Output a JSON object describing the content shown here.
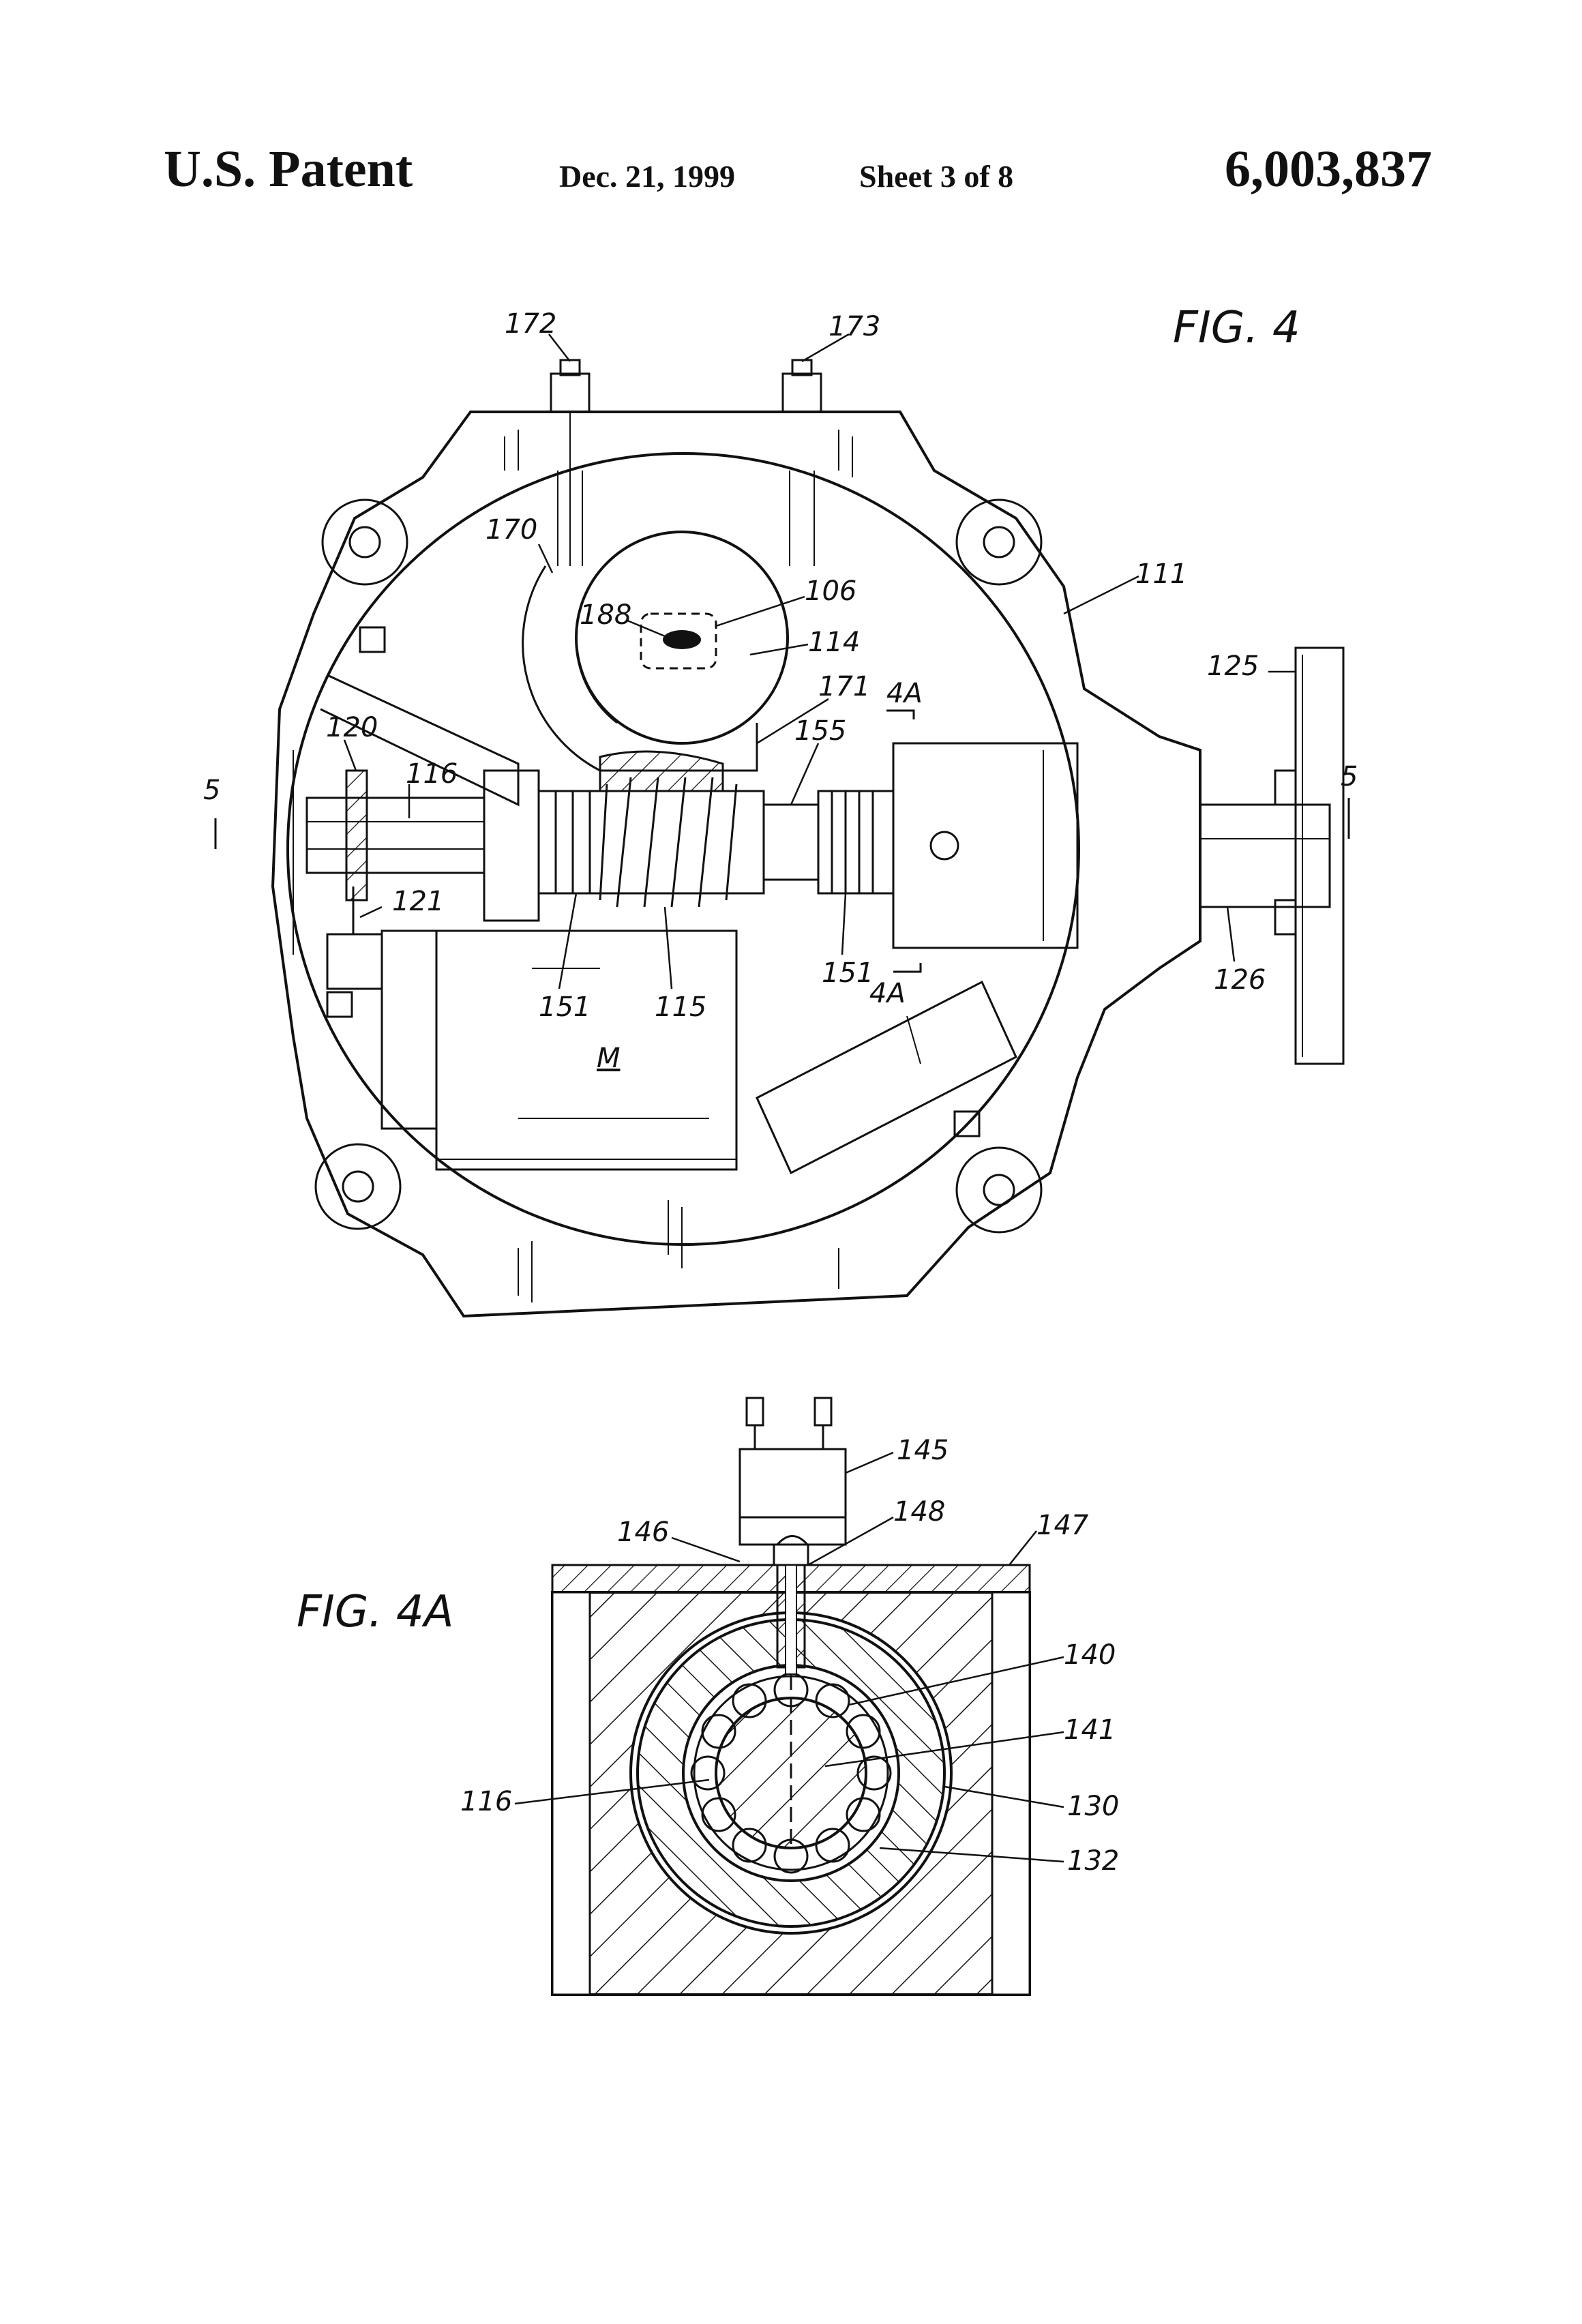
{
  "header": {
    "left": "U.S. Patent",
    "date": "Dec. 21, 1999",
    "sheet": "Sheet 3 of 8",
    "patent_number": "6,003,837"
  },
  "fig4": {
    "title": "FIG. 4",
    "labels": {
      "l172": "172",
      "l173": "173",
      "l170": "170",
      "l188": "188",
      "l106": "106",
      "l114": "114",
      "l111": "111",
      "l125": "125",
      "l171": "171",
      "l4A_top": "4A",
      "l155": "155",
      "l120": "120",
      "l116": "116",
      "l5_left": "5",
      "l5_right": "5",
      "l121": "121",
      "l151_left": "151",
      "l115": "115",
      "l151_right": "151",
      "l4A_bottom": "4A",
      "l126": "126",
      "lM": "M"
    }
  },
  "fig4a": {
    "title": "FIG. 4A",
    "labels": {
      "l145": "145",
      "l146": "146",
      "l148": "148",
      "l147": "147",
      "l140": "140",
      "l141": "141",
      "l116": "116",
      "l130": "130",
      "l132": "132"
    }
  }
}
